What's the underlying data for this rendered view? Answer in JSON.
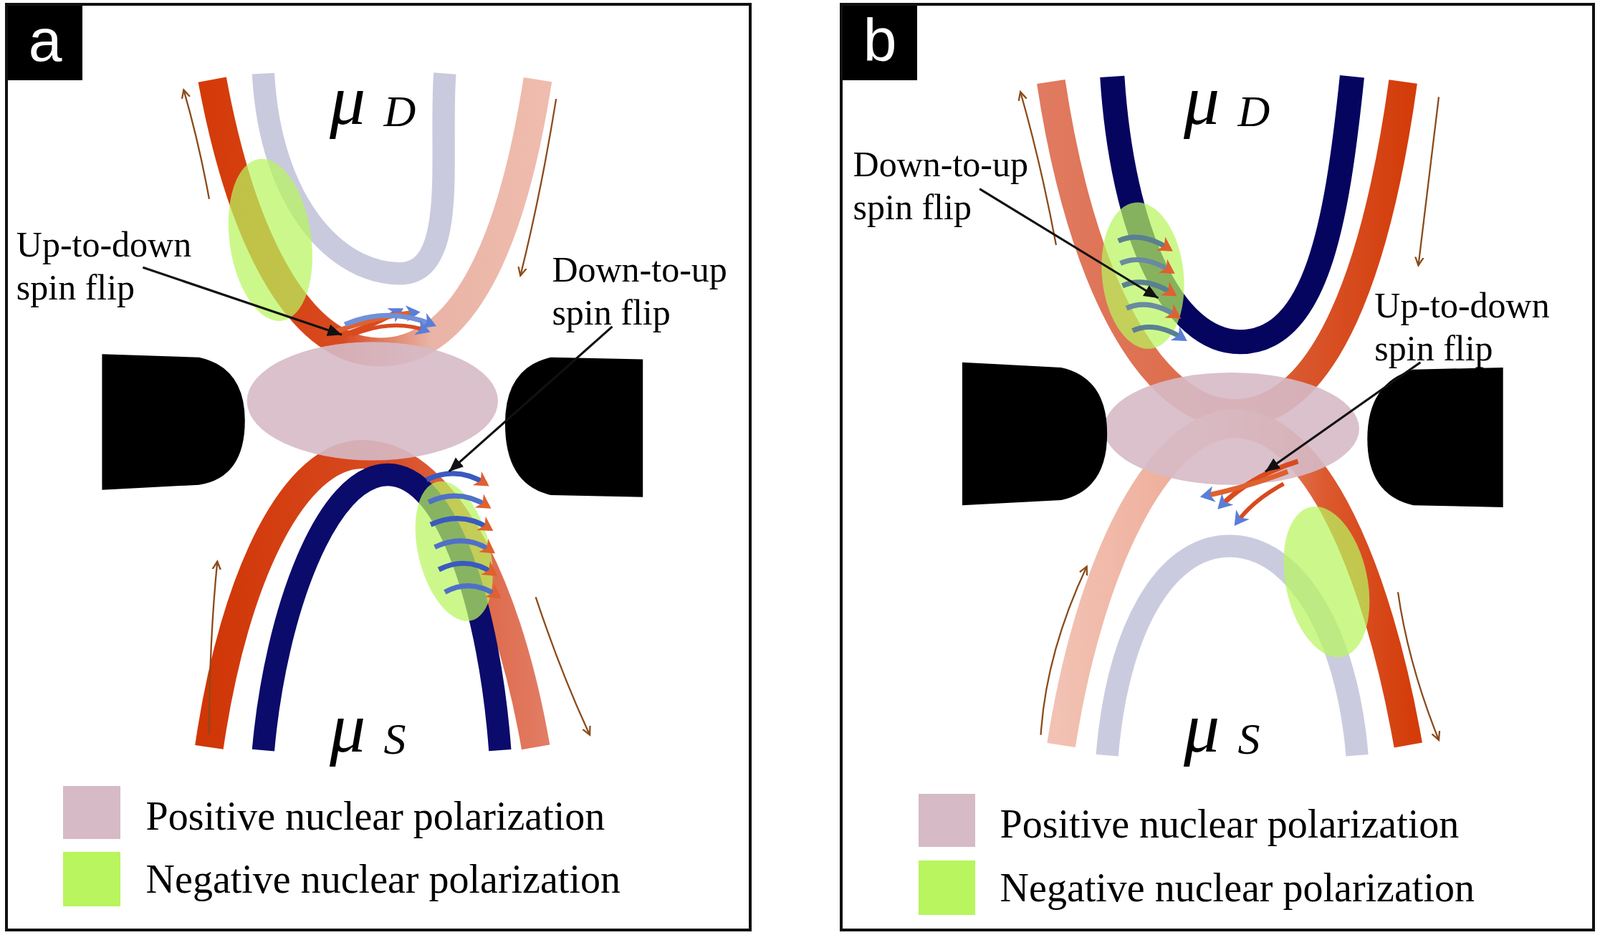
{
  "diagram": {
    "nodes": [
      {
        "text": [
          "a"
        ]
      },
      {
        "text": [
          "b"
        ]
      }
    ],
    "labels": [
      "μ",
      "D",
      "Up-to-down spin flip",
      "Down-to-up spin flip",
      "μ",
      "S",
      "μ",
      "D",
      "Down-to-up spin flip",
      "Up-to-down spin flip",
      "μ",
      "S"
    ],
    "legend": [
      {
        "text": "Positive nuclear polarization",
        "color": "#d6bac6"
      },
      {
        "text": "Negative nuclear polarization",
        "color": "#b8f55e"
      },
      {
        "text": "Positive nuclear polarization",
        "color": "#d6bac6"
      },
      {
        "text": "Negative nuclear polarization",
        "color": "#b8f55e"
      }
    ]
  }
}
